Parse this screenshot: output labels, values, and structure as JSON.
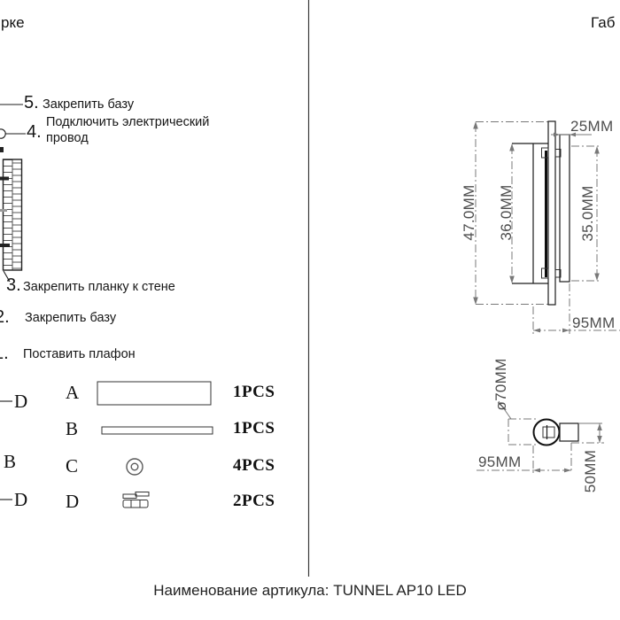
{
  "header": {
    "left_cropped": "рке",
    "right_cropped": "Габ"
  },
  "footer": {
    "article": "Наименование артикула: TUNNEL AP10 LED"
  },
  "steps": [
    {
      "num": "5.",
      "label": "Закрепить базу"
    },
    {
      "num": "4.",
      "label": "Подключить электрический провод"
    },
    {
      "num": "3.",
      "label": "Закрепить планку к стене"
    },
    {
      "num": "2.",
      "label": "Закрепить базу"
    },
    {
      "num": "1.",
      "label": "Поставить плафон"
    }
  ],
  "wall_callouts": [
    {
      "label": "D"
    },
    {
      "label": "B"
    },
    {
      "label": "D"
    }
  ],
  "parts_list": [
    {
      "letter": "A",
      "shape": "diffuser-bar",
      "qty": "1PCS"
    },
    {
      "letter": "B",
      "shape": "mounting-strip",
      "qty": "1PCS"
    },
    {
      "letter": "C",
      "shape": "washer",
      "qty": "4PCS"
    },
    {
      "letter": "D",
      "shape": "screw-anchor-set",
      "qty": "2PCS"
    }
  ],
  "drawings": {
    "front_view": {
      "overall_height": "47.0MM",
      "plate_height": "36.0MM",
      "bracket_height": "35.0MM",
      "top_width": "25MM",
      "bottom_width": "95MM"
    },
    "section_view": {
      "diameter": "ø70MM",
      "width": "95MM",
      "bracket_depth": "50MM"
    }
  },
  "colors": {
    "object_line": "#1c1c1c",
    "dimension_line": "#787878",
    "dimension_text": "#4d4d4d"
  }
}
